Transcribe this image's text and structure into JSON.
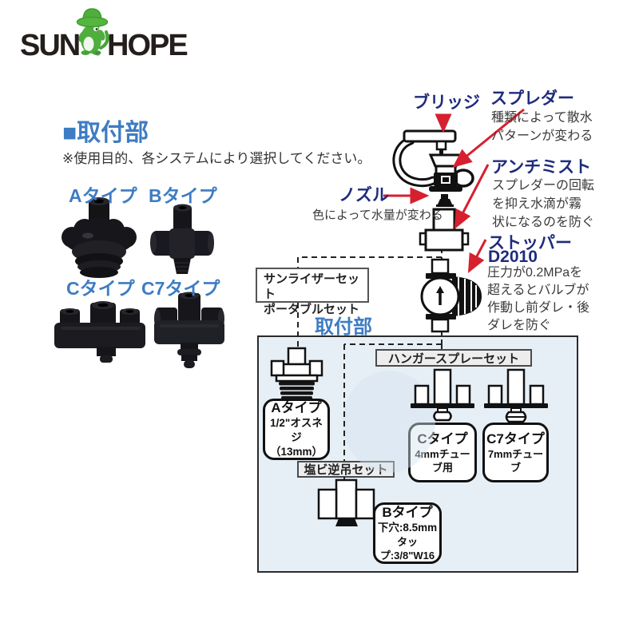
{
  "logo": {
    "word1": "SUN",
    "word2": "HOPE",
    "reg": "®",
    "mascot": "green-crocodile-mascot"
  },
  "header": {
    "title": "■取付部",
    "note": "※使用目的、各システムにより選択してください。"
  },
  "type_labels": {
    "a": "Aタイプ",
    "b": "Bタイプ",
    "c": "Cタイプ",
    "c7": "C7タイプ"
  },
  "callouts": {
    "bridge": {
      "label": "ブリッジ"
    },
    "spreader": {
      "label": "スプレダー",
      "desc_lines": [
        "種類によって散水",
        "パターンが変わる"
      ]
    },
    "antimist": {
      "label": "アンチミスト",
      "desc_lines": [
        "スプレダーの回転",
        "を抑え水滴が霧",
        "状になるのを防ぐ"
      ]
    },
    "nozzle": {
      "label": "ノズル",
      "desc": "色によって水量が変わる"
    },
    "stopper": {
      "label": "ストッパー",
      "model": "D2010",
      "desc_lines": [
        "圧力が0.2MPaを",
        "超えるとバルブが",
        "作動し前ダレ・後",
        "ダレを防ぐ"
      ]
    }
  },
  "connector": {
    "sunriser_line1": "サンライザーセット",
    "sunriser_line2": "ポータブルセット",
    "mount_label": "取付部"
  },
  "bottom_panel": {
    "hanger_set_label": "ハンガースプレーセット",
    "pvc_set_label": "塩ビ逆吊セット",
    "a_spec": {
      "lines": [
        "Aタイプ",
        "1/2\"オスネジ",
        "（13mm）"
      ]
    },
    "c_spec": {
      "lines": [
        "Cタイプ",
        "4mmチューブ用"
      ]
    },
    "c7_spec": {
      "lines": [
        "C7タイプ",
        "7mmチューブ"
      ]
    },
    "b_spec": {
      "lines": [
        "Bタイプ",
        "下穴:8.5mm",
        "タップ:3/8\"W16"
      ]
    }
  },
  "colors": {
    "accent_blue": "#3e7cc3",
    "label_navy": "#1f2b7d",
    "arrow_red": "#d6202f",
    "panel_bg": "#e7eff6"
  }
}
